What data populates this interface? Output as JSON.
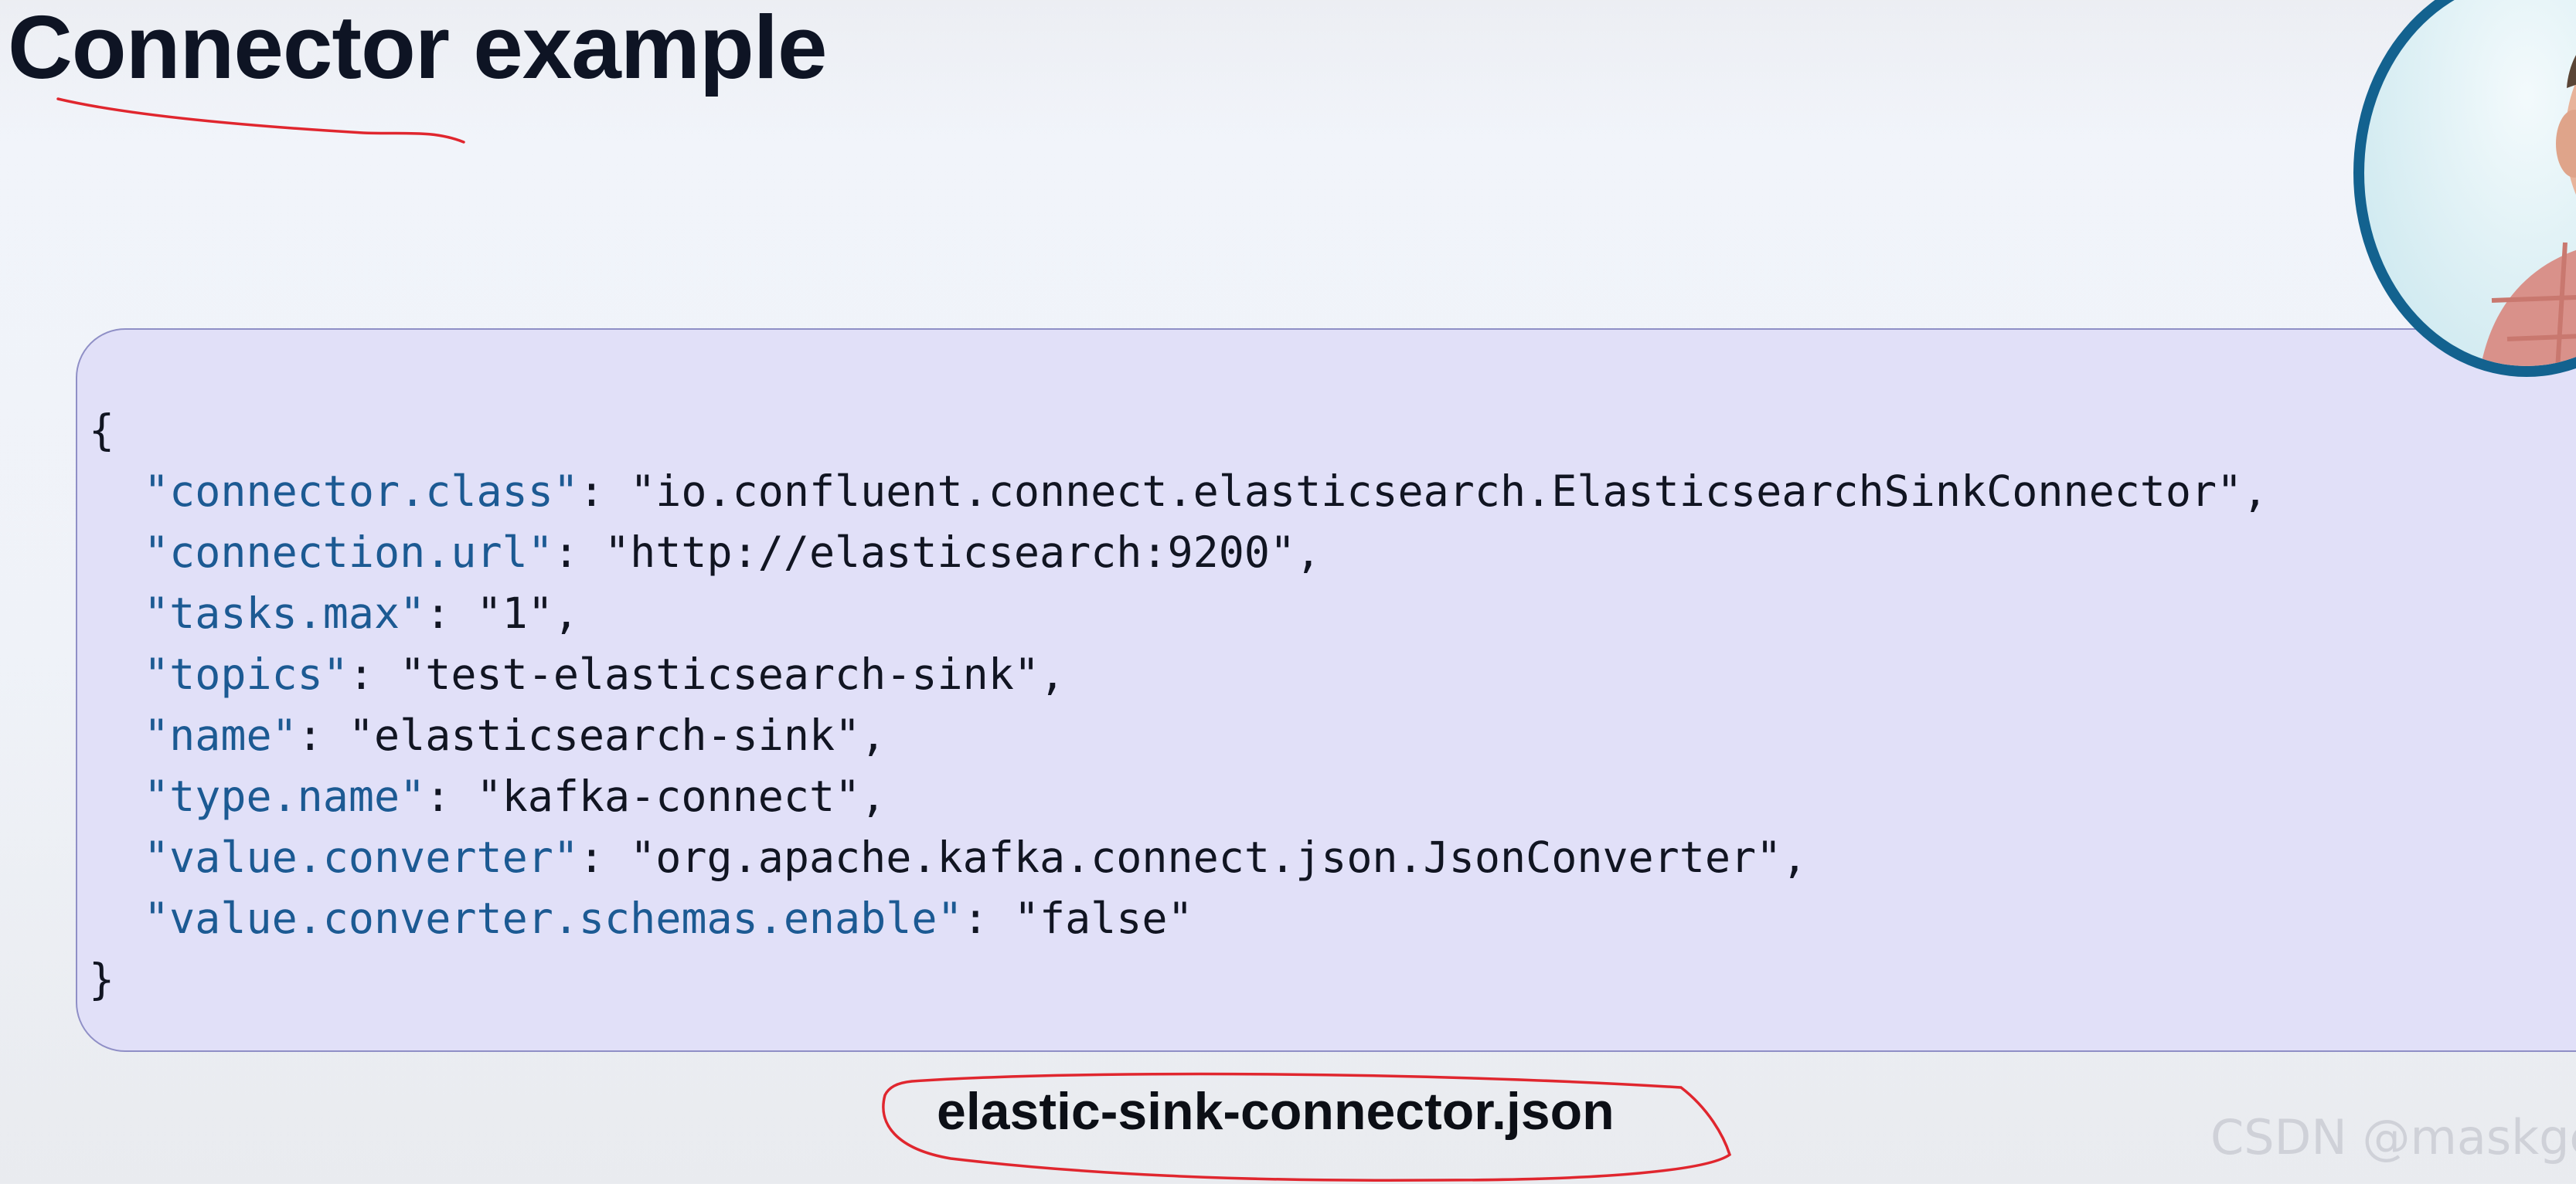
{
  "slide": {
    "title": "Connector example"
  },
  "code": {
    "open_brace": "{",
    "close_brace": "}",
    "entries": [
      {
        "key": "\"connector.class\"",
        "value": "\"io.confluent.connect.elasticsearch.ElasticsearchSinkConnector\"",
        "trail": ","
      },
      {
        "key": "\"connection.url\"",
        "value": "\"http://elasticsearch:9200\"",
        "trail": ","
      },
      {
        "key": "\"tasks.max\"",
        "value": "\"1\"",
        "trail": ","
      },
      {
        "key": "\"topics\"",
        "value": "\"test-elasticsearch-sink\"",
        "trail": ","
      },
      {
        "key": "\"name\"",
        "value": "\"elasticsearch-sink\"",
        "trail": ","
      },
      {
        "key": "\"type.name\"",
        "value": "\"kafka-connect\"",
        "trail": ","
      },
      {
        "key": "\"value.converter\"",
        "value": "\"org.apache.kafka.connect.json.JsonConverter\"",
        "trail": ","
      },
      {
        "key": "\"value.converter.schemas.enable\"",
        "value": "\"false\"",
        "trail": ""
      }
    ]
  },
  "caption": {
    "filename": "elastic-sink-connector.json"
  },
  "watermark": {
    "text": "CSDN @maskge"
  },
  "colors": {
    "json_key": "#1c5a93",
    "panel_background": "#e1e0f8",
    "panel_border": "#8f8fc6",
    "annotation_ink": "#e0262e",
    "webcam_ring": "#13628f"
  },
  "icons": {
    "presenter": "presenter-webcam-icon"
  }
}
